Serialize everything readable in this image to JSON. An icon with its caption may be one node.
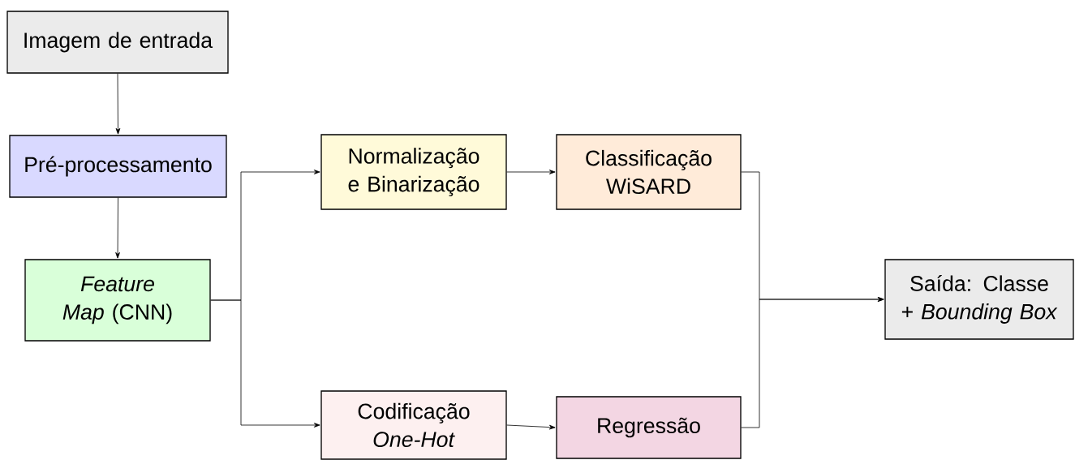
{
  "diagram": {
    "nodes": [
      {
        "text": [
          "Imagem de entrada"
        ]
      },
      {
        "text": [
          "Pré-processamento"
        ]
      },
      {
        "text": [
          "*Feature Map* (CNN)"
        ]
      },
      {
        "text": [
          "Normalização e Binarização"
        ]
      },
      {
        "text": [
          "Classificação WiSARD"
        ]
      },
      {
        "text": [
          "Codificação *One-Hot*"
        ]
      },
      {
        "text": [
          "Regressão"
        ]
      },
      {
        "text": [
          "Saída: Classe + *Bounding Box*"
        ]
      }
    ],
    "edges": [
      {
        "from": 0,
        "to": 1,
        "arrow": "to"
      },
      {
        "from": 1,
        "to": 2,
        "arrow": "to"
      },
      {
        "from": 2,
        "to": 3,
        "arrow": "to"
      },
      {
        "from": 2,
        "to": 5,
        "arrow": "to"
      },
      {
        "from": 3,
        "to": 4,
        "arrow": "to"
      },
      {
        "from": 5,
        "to": 6,
        "arrow": "to"
      },
      {
        "from": 4,
        "to": 7,
        "arrow": "to"
      },
      {
        "from": 6,
        "to": 7,
        "arrow": "to"
      }
    ]
  }
}
